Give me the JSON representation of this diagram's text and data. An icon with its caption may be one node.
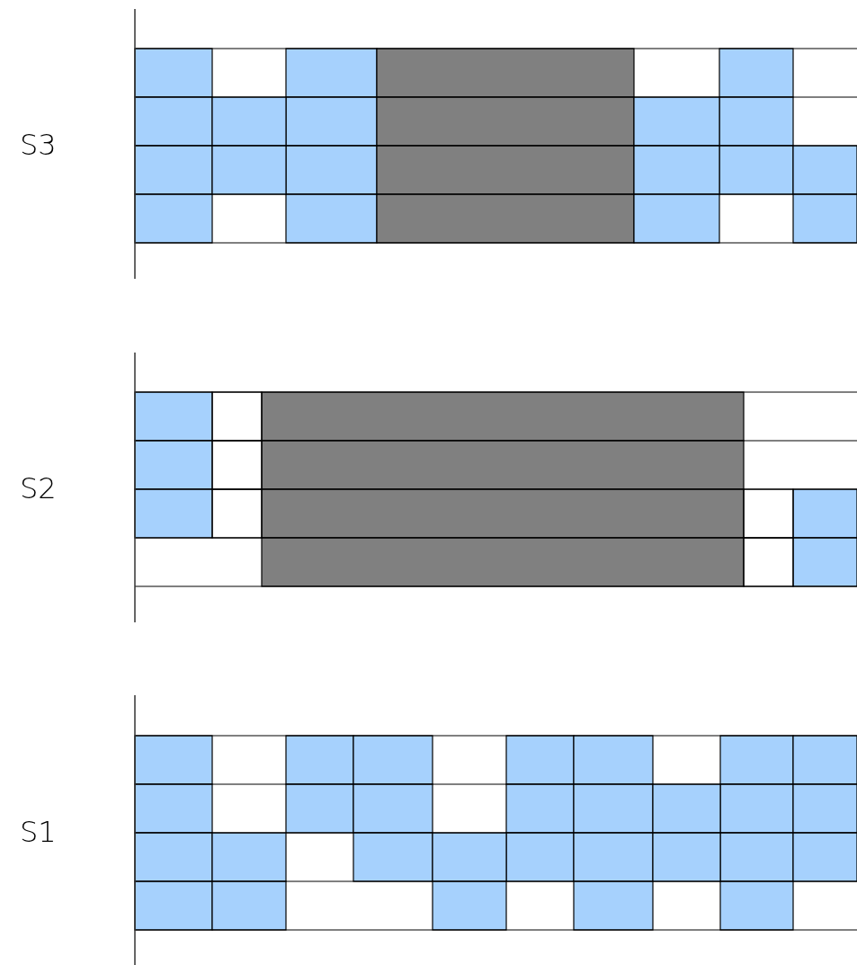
{
  "diagram": {
    "labels": [
      "S3",
      "S2",
      "S1"
    ]
  }
}
